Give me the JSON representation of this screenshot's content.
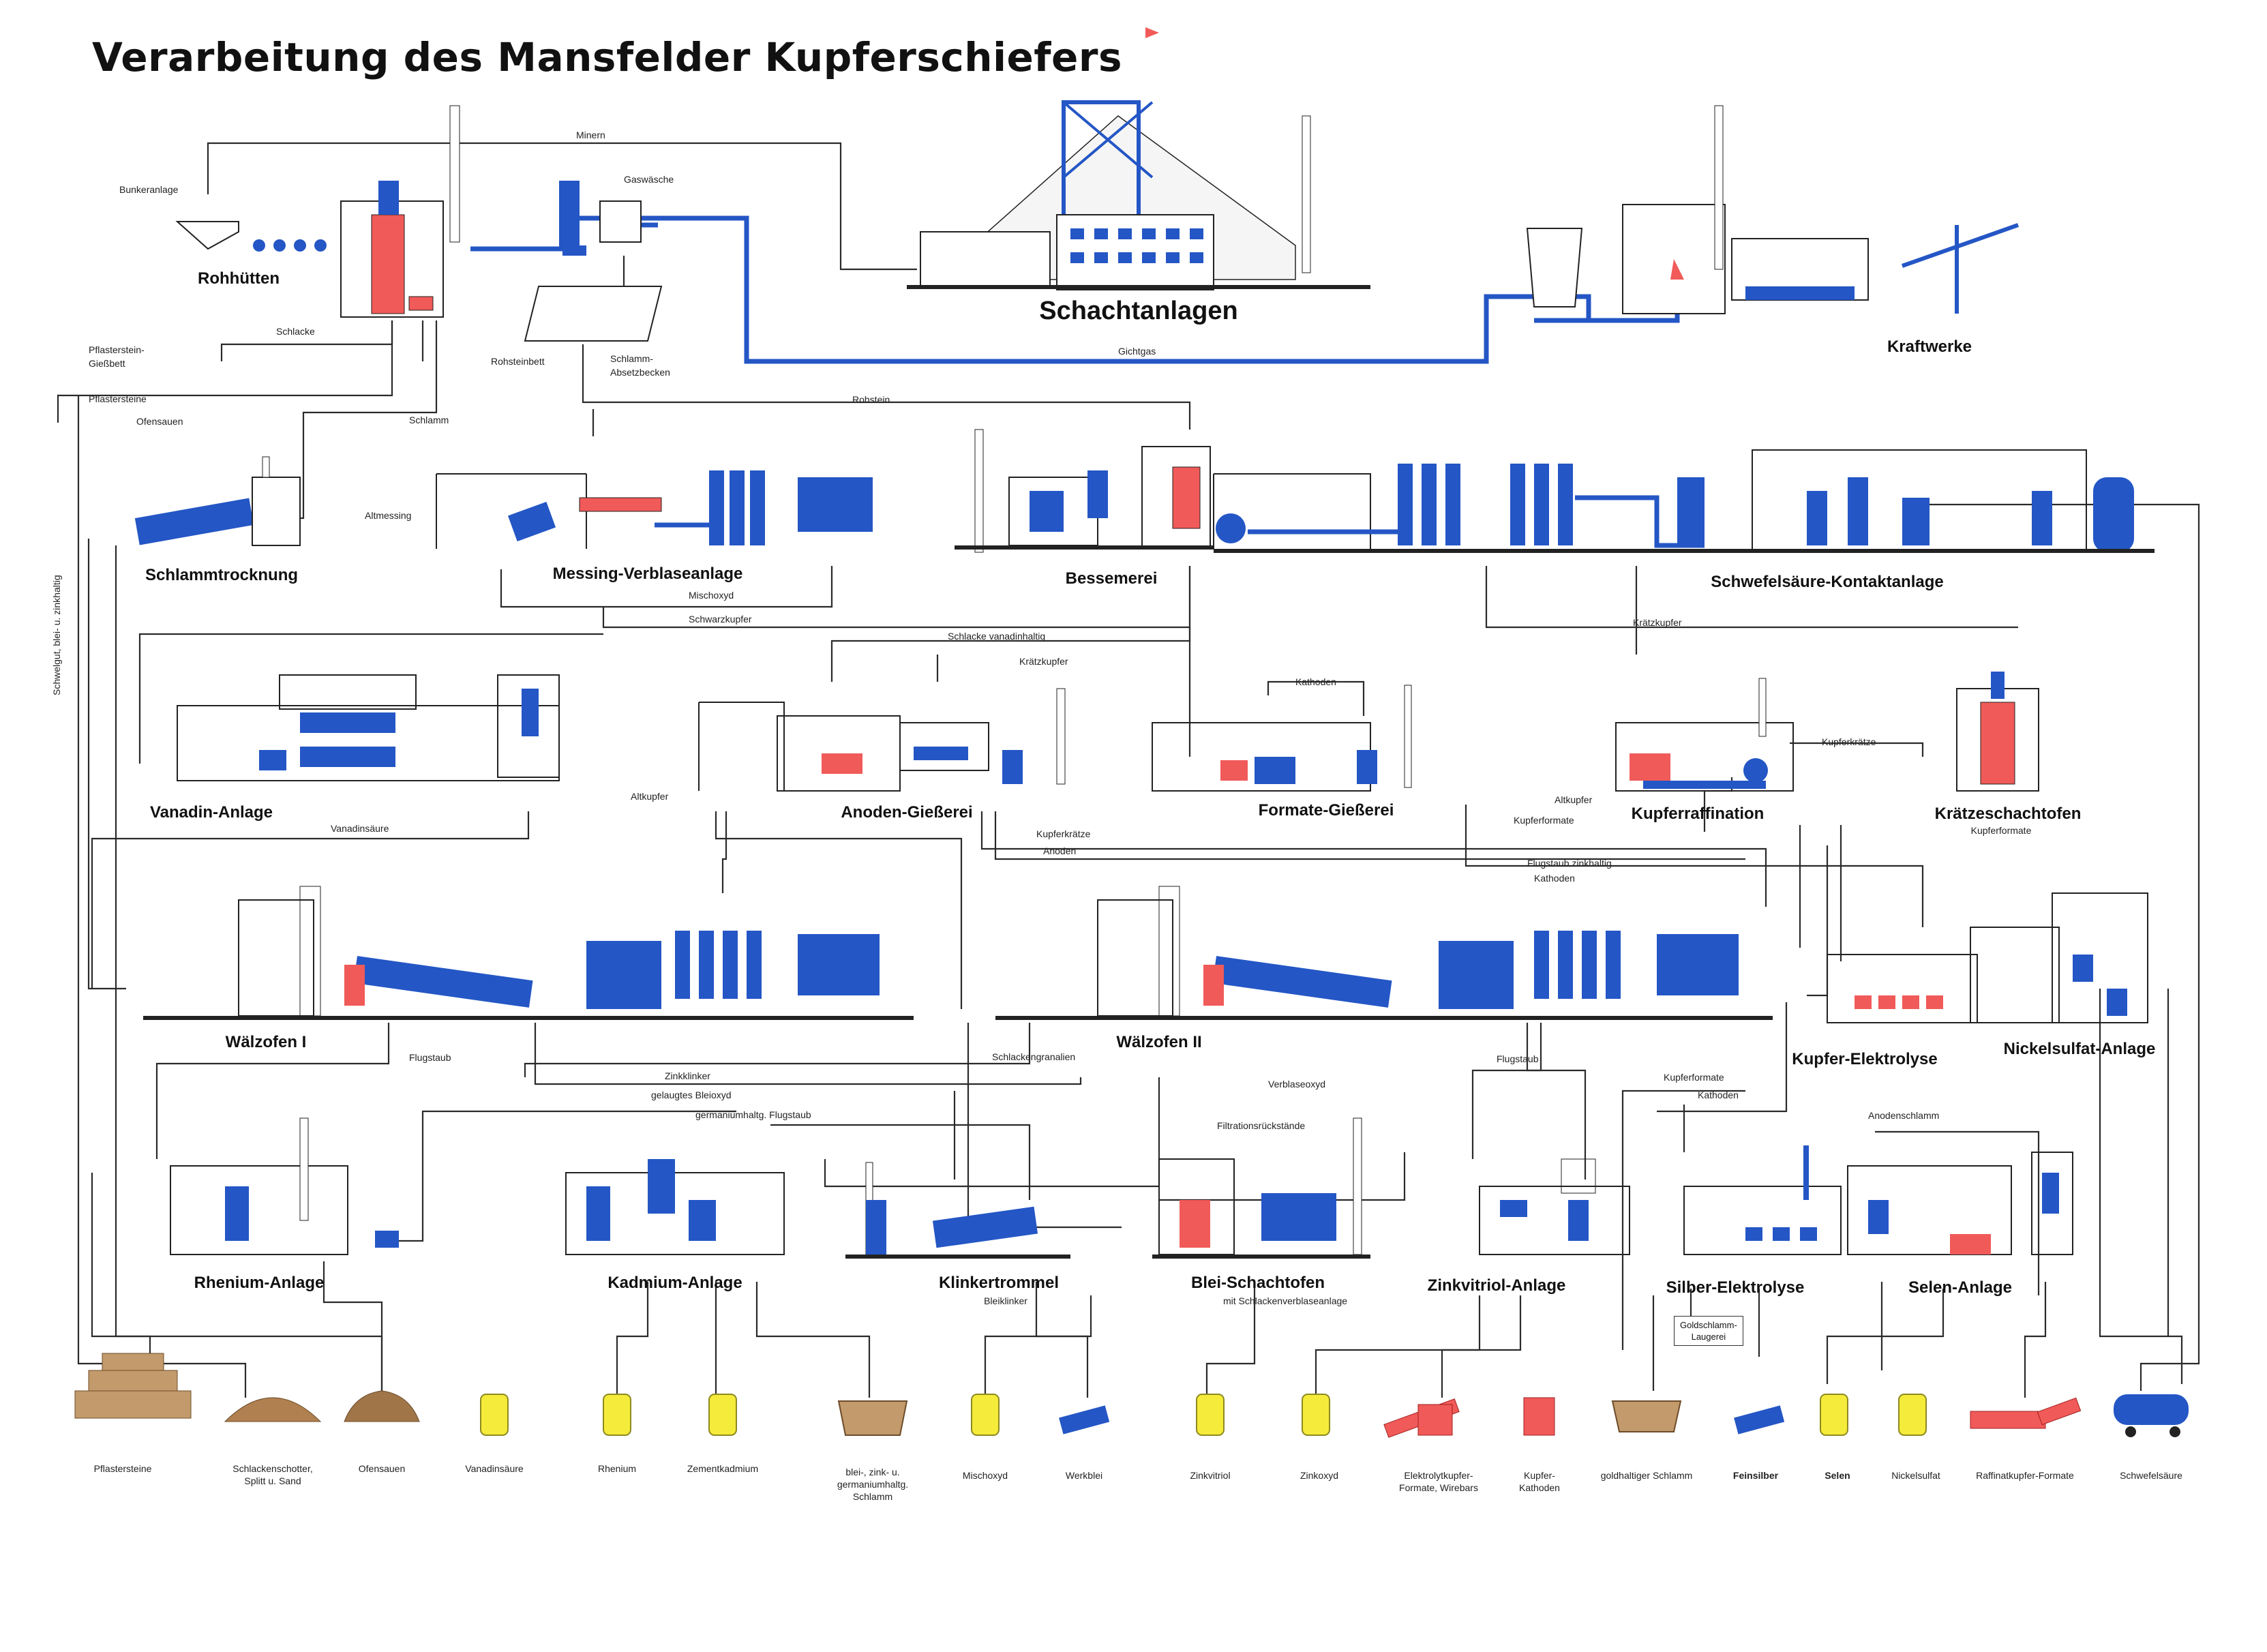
{
  "title": "Verarbeitung des Mansfelder Kupferschiefers",
  "colors": {
    "equipment": "#2456c5",
    "hot": "#f05a58",
    "line": "#2a2a2a",
    "barrel": "#f5eb3a",
    "pile": "#9a6d3d"
  },
  "plants": {
    "rohhuetten": "Rohhütten",
    "schachtanlagen": "Schachtanlagen",
    "kraftwerke": "Kraftwerke",
    "schlammtrocknung": "Schlammtrocknung",
    "messing": "Messing-Verblaseanlage",
    "bessemerei": "Bessemerei",
    "schwefelsaeure": "Schwefelsäure-Kontaktanlage",
    "vanadin": "Vanadin-Anlage",
    "anoden": "Anoden-Gießerei",
    "formate": "Formate-Gießerei",
    "kupferraffination": "Kupferraffination",
    "kraetze": "Krätzeschachtofen",
    "waelz1": "Wälzofen I",
    "waelz2": "Wälzofen II",
    "kupferelektrolyse": "Kupfer-Elektrolyse",
    "nickelsulfat": "Nickelsulfat-Anlage",
    "rhenium": "Rhenium-Anlage",
    "kadmium": "Kadmium-Anlage",
    "klinker": "Klinkertrommel",
    "bleischacht": "Blei-Schachtofen",
    "zinkvitriol": "Zinkvitriol-Anlage",
    "silber": "Silber-Elektrolyse",
    "selen": "Selen-Anlage"
  },
  "subtitles": {
    "kraetze": "Kupferformate",
    "klinker": "Bleiklinker",
    "bleischacht": "mit Schlackenverblaseanlage"
  },
  "labels": {
    "minern": "Minern",
    "bunkeranlage": "Bunkeranlage",
    "gaswaesche": "Gaswäsche",
    "schlacke": "Schlacke",
    "pflastersteingiessbett_1": "Pflasterstein-",
    "pflastersteingiessbett_2": "Gießbett",
    "pflastersteine": "Pflastersteine",
    "ofensauen": "Ofensauen",
    "rohsteinbett": "Rohsteinbett",
    "schlammabsetz_1": "Schlamm-",
    "schlammabsetz_2": "Absetzbecken",
    "gichtgas": "Gichtgas",
    "rohstein": "Rohstein",
    "schlamm": "Schlamm",
    "altmessing": "Altmessing",
    "mischoxyd": "Mischoxyd",
    "schwarzkupfer": "Schwarzkupfer",
    "schlacke_vanadin": "Schlacke vanadinhaltig",
    "kraetzkupfer_1": "Krätzkupfer",
    "kraetzkupfer_2": "Krätzkupfer",
    "kathoden_1": "Kathoden",
    "kupferkraetze": "Kupferkrätze",
    "altkupfer_1": "Altkupfer",
    "altkupfer_2": "Altkupfer",
    "kupferformate_1": "Kupferformate",
    "vanadinsaeure_lbl": "Vanadinsäure",
    "kupferkraetze_2": "Kupferkrätze",
    "anoden": "Anoden",
    "flugstaub_zinkhaltig": "Flugstaub zinkhaltig",
    "kathoden_2": "Kathoden",
    "schwelgut": "Schwelgut, blei- u. zinkhaltig",
    "flugstaub_1": "Flugstaub",
    "zinkklinker": "Zinkklinker",
    "gelaugtes_bleioxyd": "gelaugtes Bleioxyd",
    "germanium_flugstaub": "germaniumhaltg. Flugstaub",
    "schlackengranalien": "Schlackengranalien",
    "flugstaub_2": "Flugstaub",
    "kupferformate_2": "Kupferformate",
    "kathoden_3": "Kathoden",
    "anodenschlamm": "Anodenschlamm",
    "verblaseoxyd": "Verblaseoxyd",
    "filtrationsrueckstaende": "Filtrationsrückstände",
    "goldschlamm_1": "Goldschlamm-",
    "goldschlamm_2": "Laugerei"
  },
  "products": [
    {
      "id": "pflastersteine",
      "label": "Pflastersteine",
      "icon": "bricks"
    },
    {
      "id": "schlackenschotter",
      "label": "Schlackenschotter, Splitt u. Sand",
      "icon": "pile"
    },
    {
      "id": "ofensauen",
      "label": "Ofensauen",
      "icon": "rock"
    },
    {
      "id": "vanadinsaeure",
      "label": "Vanadinsäure",
      "icon": "barrel"
    },
    {
      "id": "rhenium",
      "label": "Rhenium",
      "icon": "barrel"
    },
    {
      "id": "zementkadmium",
      "label": "Zementkadmium",
      "icon": "barrel"
    },
    {
      "id": "germschlamm",
      "label": "blei-, zink- u. germaniumhaltg. Schlamm",
      "icon": "trough"
    },
    {
      "id": "mischoxyd",
      "label": "Mischoxyd",
      "icon": "barrel"
    },
    {
      "id": "werkblei",
      "label": "Werkblei",
      "icon": "bar-blue"
    },
    {
      "id": "zinkvitriol",
      "label": "Zinkvitriol",
      "icon": "barrel"
    },
    {
      "id": "zinkoxyd",
      "label": "Zinkoxyd",
      "icon": "barrel"
    },
    {
      "id": "elektrolytkupfer",
      "label": "Elektrolytkupfer-Formate, Wirebars",
      "icon": "bars-red"
    },
    {
      "id": "kupferkathoden",
      "label": "Kupfer-Kathoden",
      "icon": "cathode"
    },
    {
      "id": "goldschlamm",
      "label": "goldhaltiger Schlamm",
      "icon": "trough"
    },
    {
      "id": "feinsilber",
      "label": "Feinsilber",
      "icon": "bar-blue"
    },
    {
      "id": "selen",
      "label": "Selen",
      "icon": "barrel"
    },
    {
      "id": "nickelsulfat",
      "label": "Nickelsulfat",
      "icon": "barrel"
    },
    {
      "id": "raffinatkupfer",
      "label": "Raffinatkupfer-Formate",
      "icon": "bars-red"
    },
    {
      "id": "schwefelsaeure",
      "label": "Schwefelsäure",
      "icon": "tankwagon"
    }
  ]
}
